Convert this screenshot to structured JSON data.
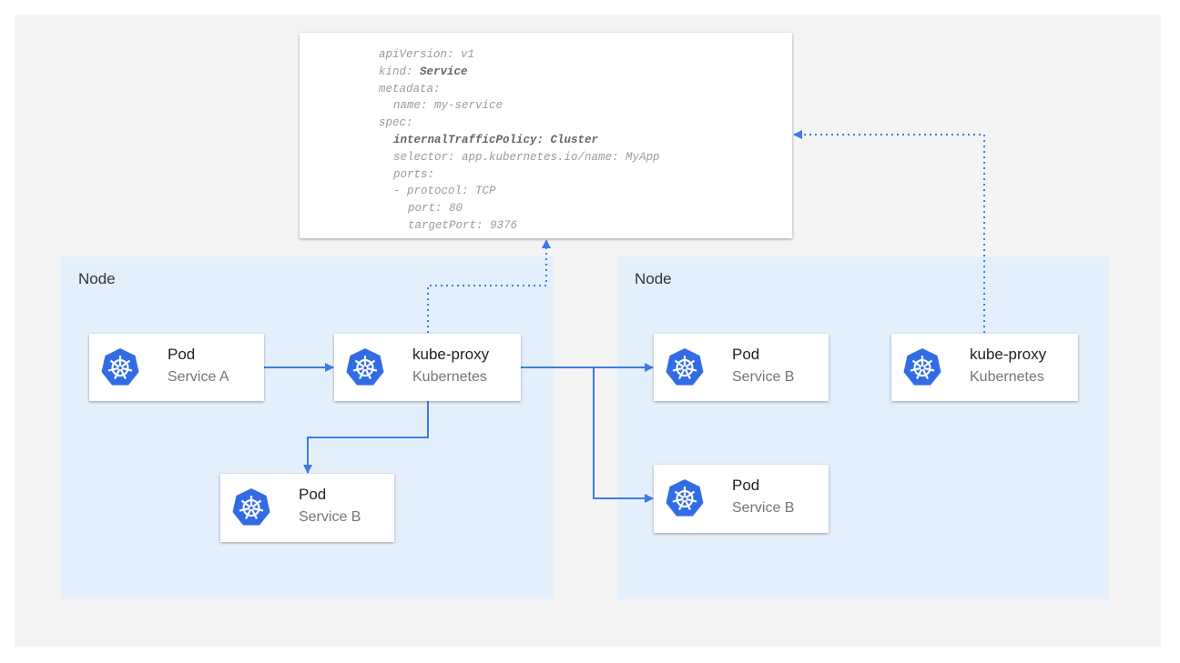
{
  "yaml": {
    "lines": [
      {
        "key": "apiVersion:",
        "value": " v1",
        "indent": 0,
        "bold": false
      },
      {
        "key": "kind:",
        "value": " Service",
        "indent": 0,
        "bold": "value"
      },
      {
        "key": "metadata:",
        "value": "",
        "indent": 0,
        "bold": false
      },
      {
        "key": "name:",
        "value": " my-service",
        "indent": 1,
        "bold": false
      },
      {
        "key": "spec:",
        "value": "",
        "indent": 0,
        "bold": false
      },
      {
        "key": "internalTrafficPolicy:",
        "value": " Cluster",
        "indent": 1,
        "bold": "all"
      },
      {
        "key": "selector:",
        "value": " app.kubernetes.io/name: MyApp",
        "indent": 1,
        "bold": false
      },
      {
        "key": "ports:",
        "value": "",
        "indent": 1,
        "bold": false
      },
      {
        "key": "- protocol:",
        "value": " TCP",
        "indent": 1,
        "bold": false
      },
      {
        "key": "port:",
        "value": " 80",
        "indent": 2,
        "bold": false
      },
      {
        "key": "targetPort:",
        "value": " 9376",
        "indent": 2,
        "bold": false
      }
    ]
  },
  "nodes": [
    {
      "label": "Node"
    },
    {
      "label": "Node"
    }
  ],
  "cards": {
    "pod_a": {
      "title": "Pod",
      "subtitle": "Service A"
    },
    "proxy_1": {
      "title": "kube-proxy",
      "subtitle": "Kubernetes"
    },
    "pod_b_left": {
      "title": "Pod",
      "subtitle": "Service B"
    },
    "pod_b_right_top": {
      "title": "Pod",
      "subtitle": "Service B"
    },
    "proxy_2": {
      "title": "kube-proxy",
      "subtitle": "Kubernetes"
    },
    "pod_b_right_bottom": {
      "title": "Pod",
      "subtitle": "Service B"
    }
  },
  "colors": {
    "k8s_blue": "#326ce5",
    "arrow": "#3d7be8",
    "node_bg": "#e3f0fc",
    "panel_bg": "#f4f4f4"
  }
}
